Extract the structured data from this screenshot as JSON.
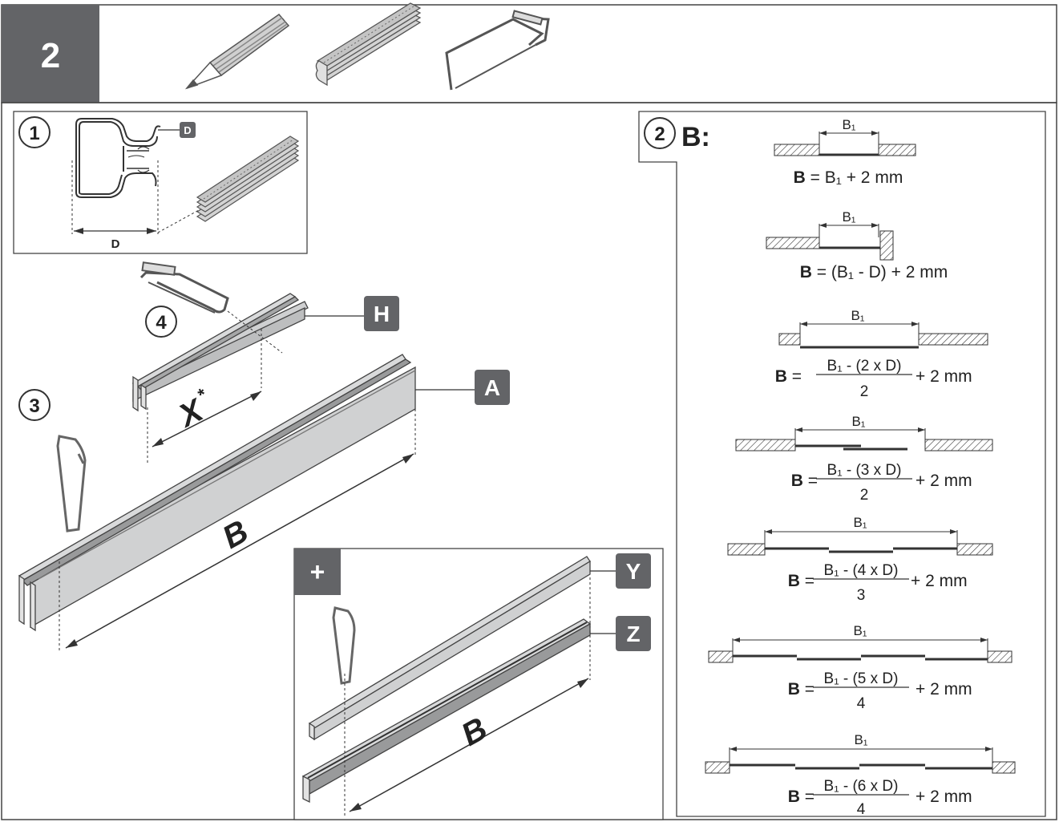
{
  "header": {
    "step_number": "2",
    "tools": [
      {
        "icon": "pencil-icon"
      },
      {
        "icon": "folding-ruler-icon"
      },
      {
        "icon": "hacksaw-icon"
      }
    ]
  },
  "steps": {
    "s1": "1",
    "s2": "2",
    "s3": "3",
    "s4": "4",
    "plus": "+"
  },
  "labels": {
    "d_badge": "D",
    "d_dim": "D",
    "h_badge": "H",
    "a_badge": "A",
    "y_badge": "Y",
    "z_badge": "Z",
    "x_label": "X",
    "x_star": "*",
    "b_main": "B",
    "b_plus": "B",
    "b_title": "B:"
  },
  "formulas": [
    {
      "dim": "B₁",
      "b": "B",
      "eq": " = ",
      "rest": "B₁ + 2 mm"
    },
    {
      "dim": "B₁",
      "b": "B",
      "eq": " = ",
      "rest": "(B₁ - D) + 2 mm"
    },
    {
      "dim": "B₁",
      "b": "B",
      "eq": " =",
      "num": "B₁ - (2 x D)",
      "den": "2",
      "rest": "+ 2 mm"
    },
    {
      "dim": "B₁",
      "b": "B",
      "eq": " =",
      "num": "B₁ - (3 x D)",
      "den": "2",
      "rest": "+ 2 mm"
    },
    {
      "dim": "B₁",
      "b": "B",
      "eq": " =",
      "num": "B₁ - (4 x D)",
      "den": "3",
      "rest": "+ 2 mm"
    },
    {
      "dim": "B₁",
      "b": "B",
      "eq": " =",
      "num": "B₁ - (5 x D)",
      "den": "4",
      "rest": "+ 2 mm"
    },
    {
      "dim": "B₁",
      "b": "B",
      "eq": " =",
      "num": "B₁ - (6 x D)",
      "den": "4",
      "rest": "+ 2 mm"
    }
  ],
  "colors": {
    "header_step_bg": "#636467",
    "badge_bg": "#636467",
    "profile_fill": "#d7d8d9",
    "outline": "#333333"
  }
}
